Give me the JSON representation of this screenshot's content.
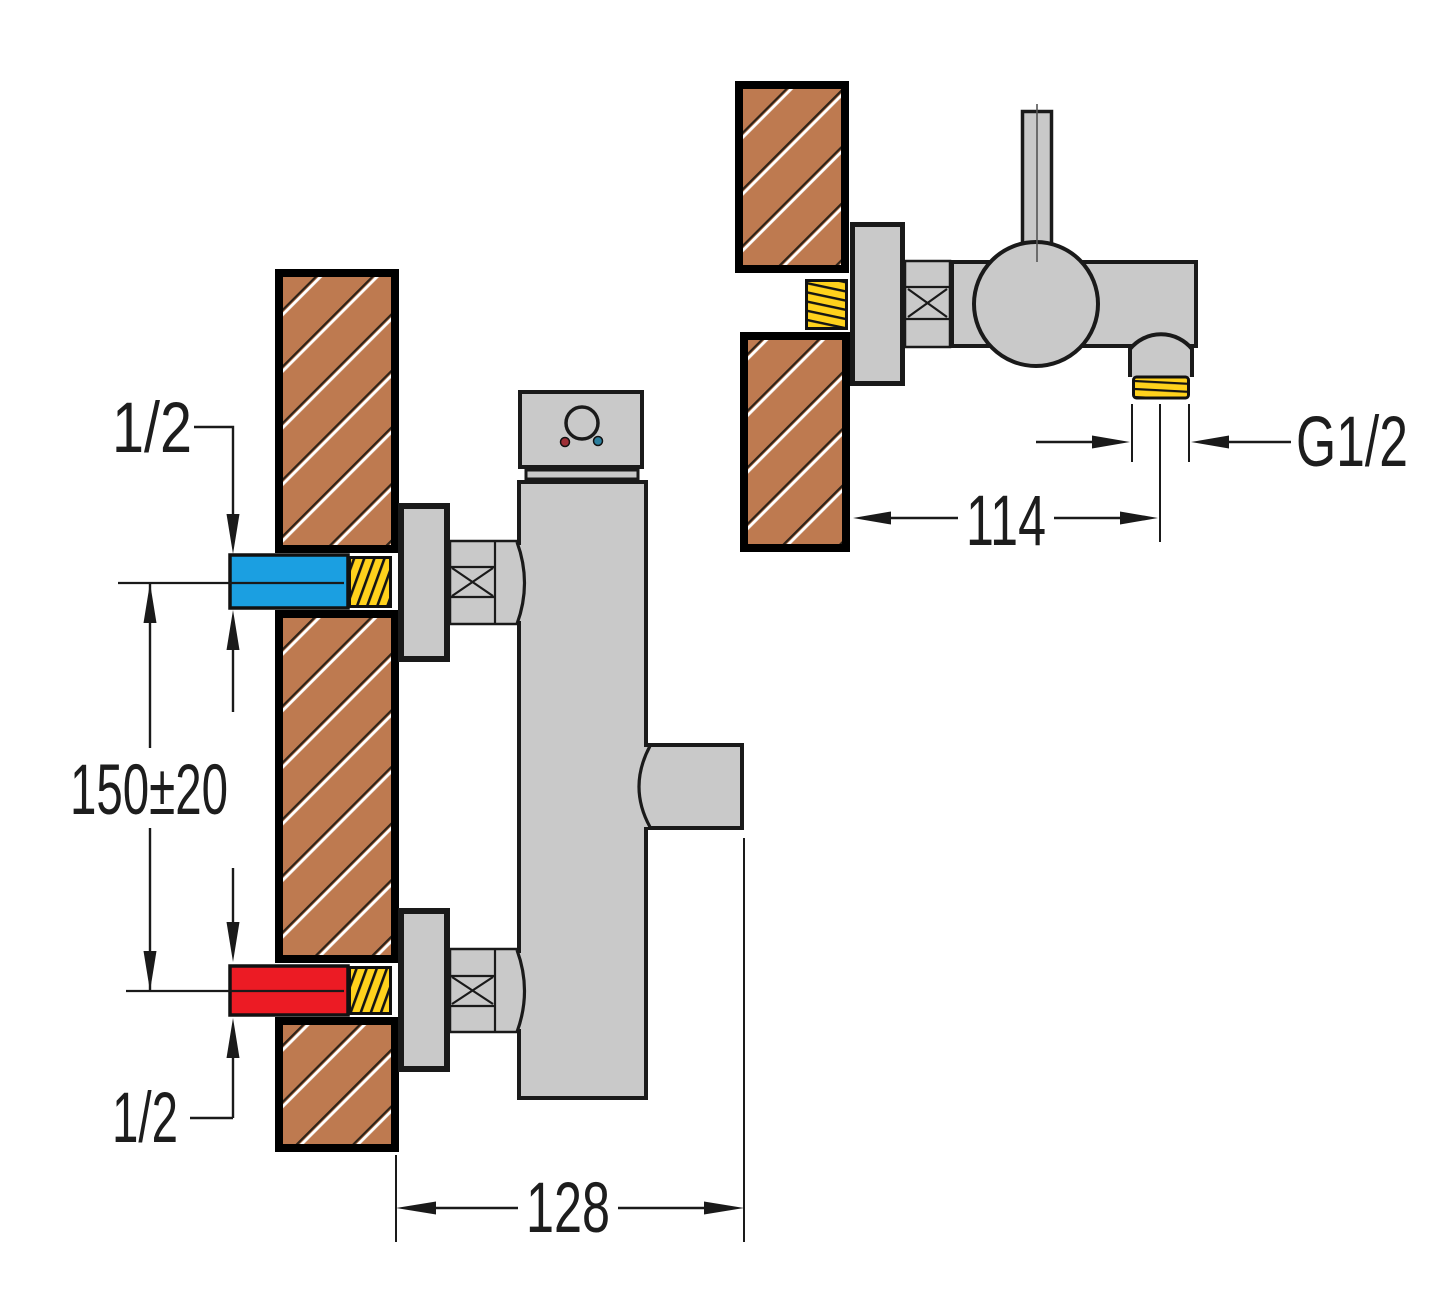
{
  "drawing": {
    "title": "wall-mounted-thermostatic-shower-mixer-installation",
    "front_view": {
      "cold_inlet_thread_label": "1/2",
      "hot_inlet_thread_label": "1/2",
      "inlet_spacing_label": "150±20",
      "body_depth_label": "128"
    },
    "top_view": {
      "wall_to_outlet_label": "114",
      "outlet_thread_label": "G1/2"
    }
  },
  "colors": {
    "wall": "#BE7A50",
    "metal": "#C9C9C9",
    "cold": "#1B9FE1",
    "hot": "#EC1B24",
    "thread": "#FFD21C",
    "outline": "#1A1A1A",
    "hot_indicator": "#9E2F36",
    "cold_indicator": "#2B7F9E"
  }
}
